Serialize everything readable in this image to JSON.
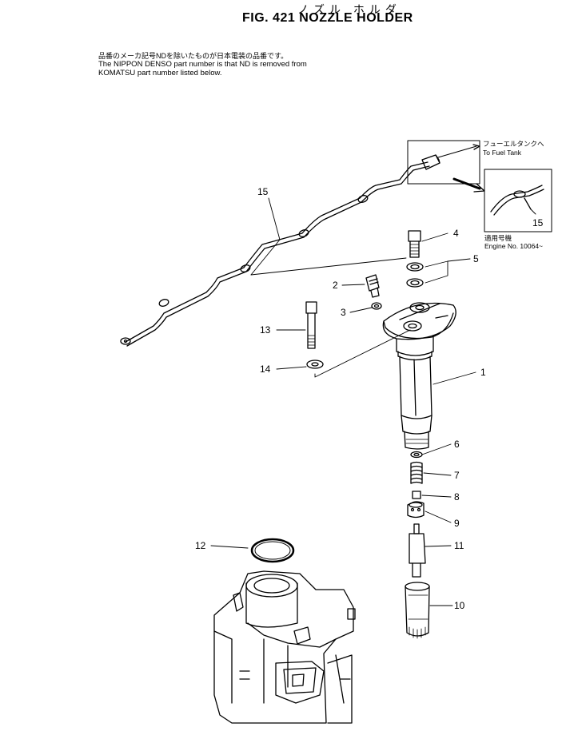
{
  "header": {
    "kana_title": "ノズル ホルダ",
    "fig_title": "FIG. 421  NOZZLE  HOLDER"
  },
  "note": {
    "jp_line": "品番のメーカ記号NDを除いたものが日本電装の品番です。",
    "en_line1": "The NIPPON DENSO part number is that ND is removed from",
    "en_line2": "KOMATSU part number listed below."
  },
  "inset_top": {
    "kana": "フューエルタンクへ",
    "label": "To Fuel Tank"
  },
  "inset_right": {
    "callout": "15",
    "kana": "適用号機",
    "label": "Engine No. 10064~"
  },
  "callouts": {
    "c1": "1",
    "c2": "2",
    "c3": "3",
    "c4": "4",
    "c5": "5",
    "c6": "6",
    "c7": "7",
    "c8": "8",
    "c9": "9",
    "c10": "10",
    "c11": "11",
    "c12": "12",
    "c13": "13",
    "c14": "14",
    "c15": "15"
  }
}
